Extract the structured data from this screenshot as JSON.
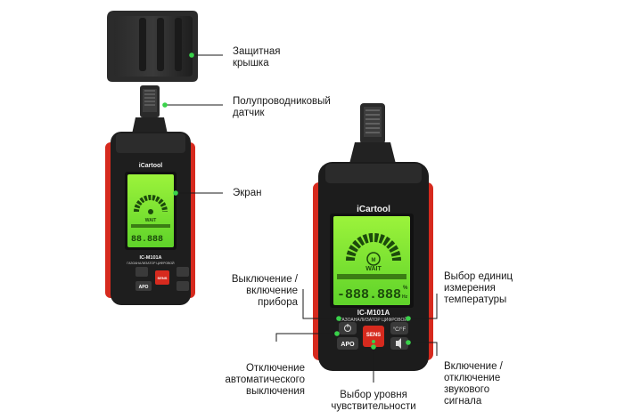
{
  "brand": "iCartool",
  "model": "IC-M101A",
  "device_subtitle": "ГАЗОАНАЛИЗАТОР ЦИФРОВОЙ",
  "display": {
    "wait_label": "WAIT",
    "readout": "-888.888",
    "unit_ppm": "%",
    "unit_fhz": "Hz"
  },
  "buttons": {
    "power": "⏻",
    "temp_unit": "°C/°F",
    "apo": "APO",
    "sens": "SENS",
    "sound": "🔈"
  },
  "callouts": {
    "cover": "Защитная\nкрышка",
    "sensor": "Полупроводниковый\nдатчик",
    "screen": "Экран",
    "power": "Выключение /\nвключение\nприбора",
    "apo": "Отключение\nавтоматического\nвыключения",
    "sens": "Выбор уровня\nчувствительности",
    "temp": "Выбор единиц\nизмерения\nтемпературы",
    "sound": "Включение /\nотключение\nзвукового\nсигнала"
  },
  "colors": {
    "accent_green": "#39d24a",
    "lcd_green": "#7fe82e",
    "body_red": "#e1251b",
    "body_black": "#1b1b1b"
  }
}
